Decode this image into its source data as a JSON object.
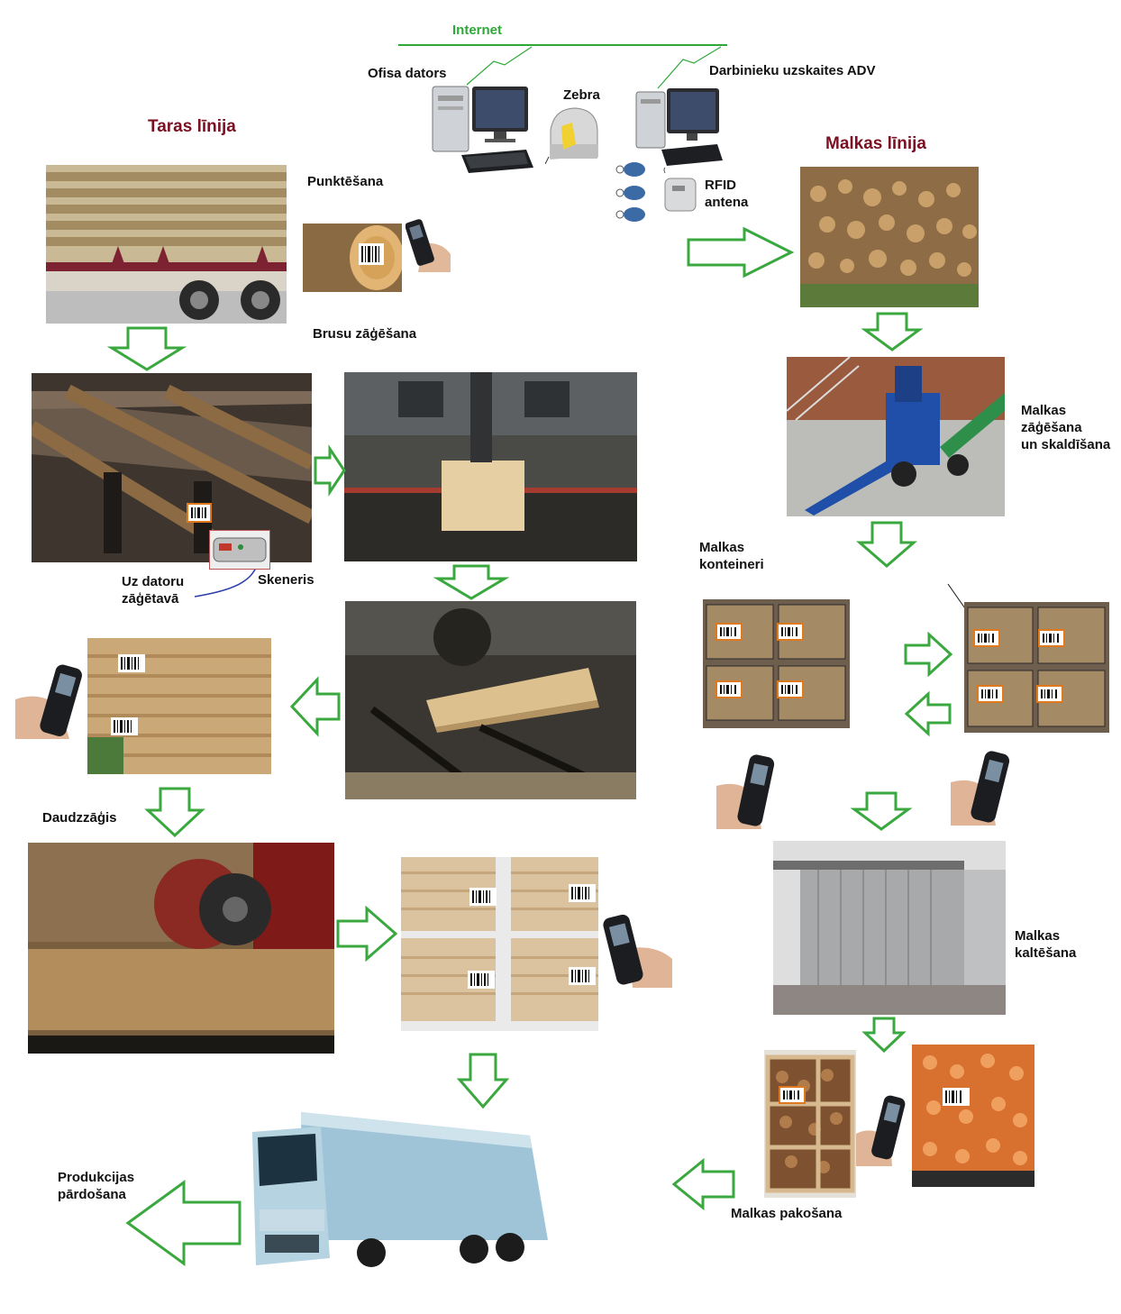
{
  "network": {
    "internet_label": "Internet"
  },
  "nodes": {
    "office_pc": "Ofisa dators",
    "zebra": "Zebra",
    "employee_adv": "Darbinieku uzskaites ADV",
    "rfid": "RFID\nantena"
  },
  "taras_line": {
    "title": "Taras līnija",
    "punktesana": "Punktēšana",
    "brusu_zagesana": "Brusu zāģēšana",
    "uz_datoru": "Uz datoru\nzāģētavā",
    "skeneris": "Skeneris",
    "daudzzagis": "Daudzzāģis",
    "produkcijas": "Produkcijas\npārdošana"
  },
  "malkas_line": {
    "title": "Malkas līnija",
    "zagesana": "Malkas\nzāģēšana\nun skaldīšana",
    "konteineri": "Malkas\nkonteineri",
    "kaltesana": "Malkas\nkaltēšana",
    "pakosana": "Malkas pakošana"
  },
  "colors": {
    "arrow": "#3aa83f",
    "title": "#7a1022",
    "internet": "#2fa83a",
    "barcode_border": "#e0781e"
  },
  "icons": [
    "computer-icon",
    "label-printer-icon",
    "rfid-tag-icon",
    "rfid-antenna-icon",
    "handheld-scanner-icon",
    "barcode-icon",
    "truck-icon"
  ]
}
